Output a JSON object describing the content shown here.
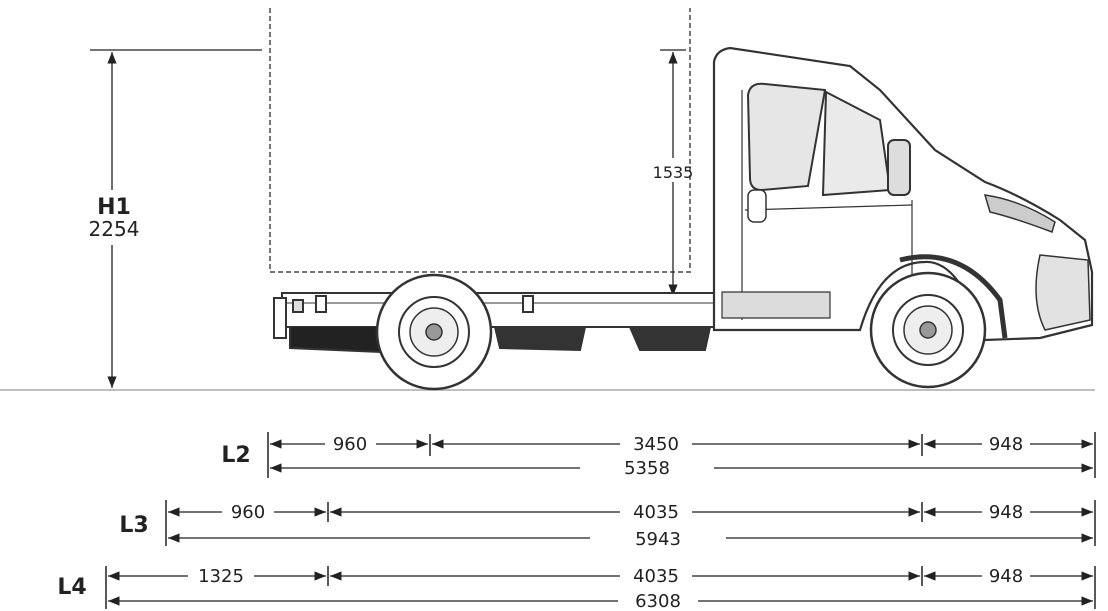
{
  "height": {
    "label": "H1",
    "value": "2254",
    "box_height": "1535"
  },
  "lengths": [
    {
      "label": "L2",
      "overhang_rear": "960",
      "wheelbase": "3450",
      "overhang_front": "948",
      "total": "5358"
    },
    {
      "label": "L3",
      "overhang_rear": "960",
      "wheelbase": "4035",
      "overhang_front": "948",
      "total": "5943"
    },
    {
      "label": "L4",
      "overhang_rear": "1325",
      "wheelbase": "4035",
      "overhang_front": "948",
      "total": "6308"
    }
  ]
}
